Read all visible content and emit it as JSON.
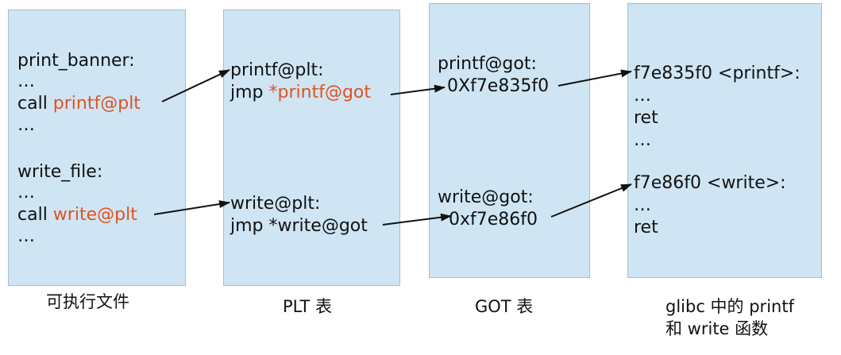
{
  "executable": {
    "caption": "可执行文件",
    "lines": {
      "l1": "print_banner:",
      "l2": "…",
      "call": "call ",
      "printf_plt": "printf@plt",
      "l4": "…",
      "l5": "write_file:",
      "l6": "…",
      "call2": "call ",
      "write_plt": "write@plt",
      "l8": "…"
    }
  },
  "plt": {
    "caption": "PLT 表",
    "printf_label": "printf@plt:",
    "jmp": "jmp ",
    "printf_got_ref": "*printf@got",
    "write_label": "write@plt:",
    "write_jmp": "jmp *write@got"
  },
  "got": {
    "caption": "GOT 表",
    "printf_label": "printf@got:",
    "printf_addr": "0Xf7e835f0",
    "write_label": "write@got:",
    "write_addr": "0xf7e86f0"
  },
  "glibc": {
    "caption_line1": "glibc 中的 printf",
    "caption_line2": "和 write 函数",
    "printf_header": "f7e835f0 <printf>:",
    "printf_l2": "…",
    "printf_l3": "ret",
    "printf_l4": "…",
    "write_header": "f7e86f0 <write>:",
    "write_l2": "…",
    "write_l3": "ret"
  },
  "colors": {
    "box_fill": "#cfe5f4",
    "highlight": "#e0531f"
  }
}
